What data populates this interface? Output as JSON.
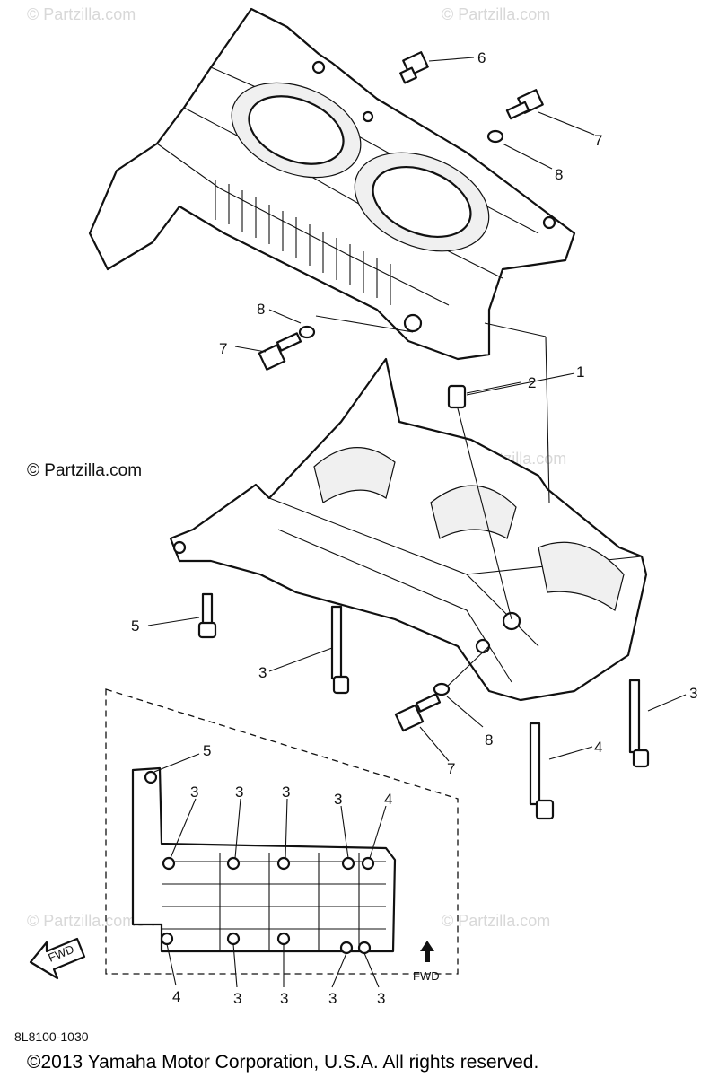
{
  "watermarks": [
    "© Partzilla.com",
    "© Partzilla.com",
    "© Partzilla.com",
    "© Partzilla.com",
    "© Partzilla.com",
    "© Partzilla.com"
  ],
  "center_watermark": "© Partzilla.com",
  "callouts": {
    "c1": "1",
    "c2": "2",
    "c3a": "3",
    "c3b": "3",
    "c4a": "4",
    "c5a": "5",
    "c6": "6",
    "c7a": "7",
    "c7b": "7",
    "c7c": "7",
    "c8a": "8",
    "c8b": "8",
    "c8c": "8",
    "d5": "5",
    "d3a": "3",
    "d3b": "3",
    "d3c": "3",
    "d3d": "3",
    "d4a": "4",
    "d4b": "4",
    "d3e": "3",
    "d3f": "3",
    "d3g": "3",
    "d3h": "3"
  },
  "fwd_label_arrow": "FWD",
  "fwd_label_text": "FWD",
  "diagram_code": "8L8100-1030",
  "copyright": "©2013  Yamaha Motor Corporation, U.S.A. All rights reserved."
}
